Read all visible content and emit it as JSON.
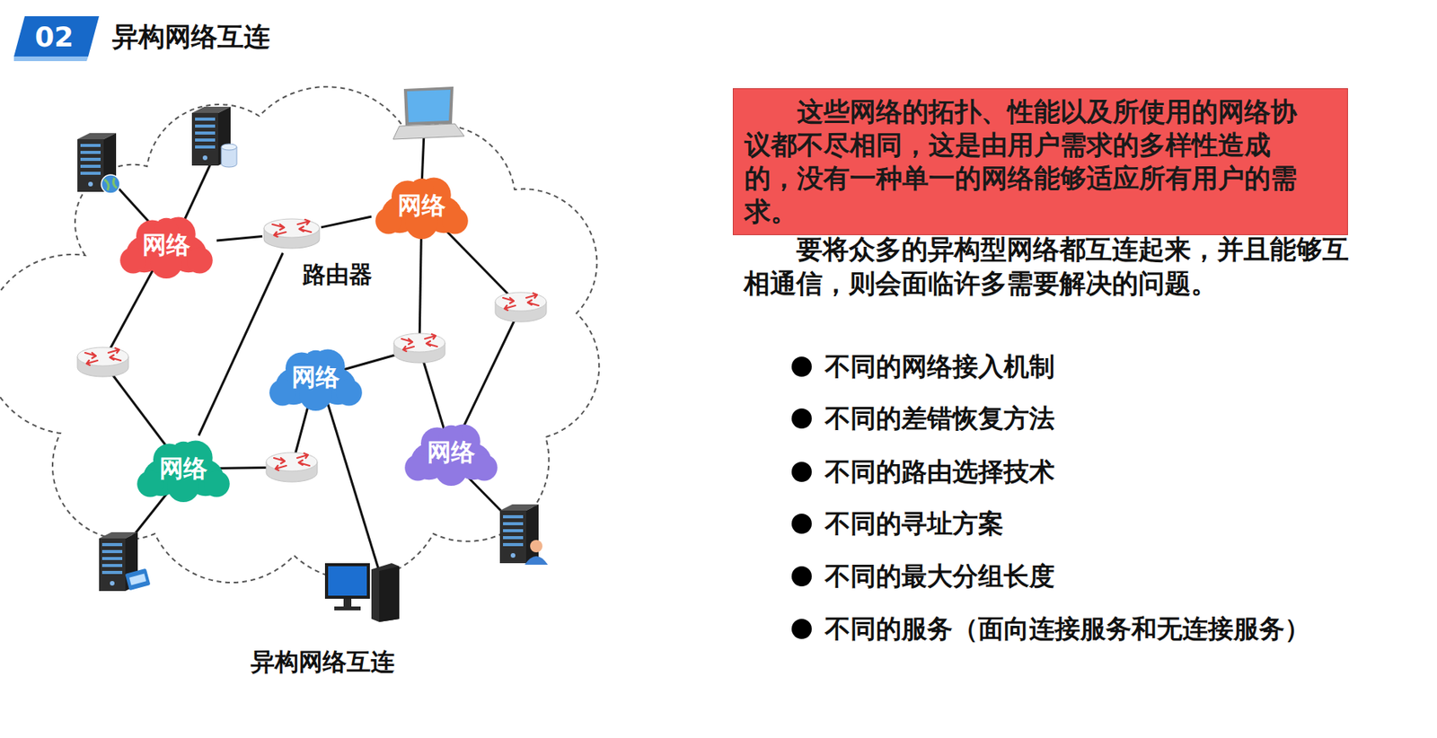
{
  "diagram": {
    "title": "异构网络互连",
    "caption": "异构网络互连",
    "nodes": [
      {
        "text": [
          "02"
        ]
      },
      {
        "text": [
          "网络"
        ]
      },
      {
        "text": [
          "路由器"
        ]
      },
      {
        "text": [
          "网络"
        ]
      },
      {
        "text": [
          "网络"
        ]
      },
      {
        "text": [
          "网络"
        ]
      },
      {
        "text": [
          "网络"
        ]
      },
      {
        "text": [
          "这些网络的拓扑、性能以及所使用的网络协议都不尽相同，这是由用户需求的多样性造成的，没有一种单一的网络能够适应所有用户的需求。"
        ]
      }
    ],
    "edges": [
      {
        "from": 1,
        "to": 2,
        "arrow": "none"
      },
      {
        "from": 2,
        "to": 3,
        "arrow": "none"
      },
      {
        "from": 2,
        "to": 5,
        "arrow": "none"
      }
    ],
    "labels": [
      "要将众多的异构型网络都互连起来，并且能够互相通信，则会面临许多需要解决的问题。",
      "不同的网络接入机制",
      "不同的差错恢复方法",
      "不同的路由选择技术",
      "不同的寻址方案",
      "不同的最大分组长度",
      "不同的服务（面向连接服务和无连接服务）"
    ]
  }
}
